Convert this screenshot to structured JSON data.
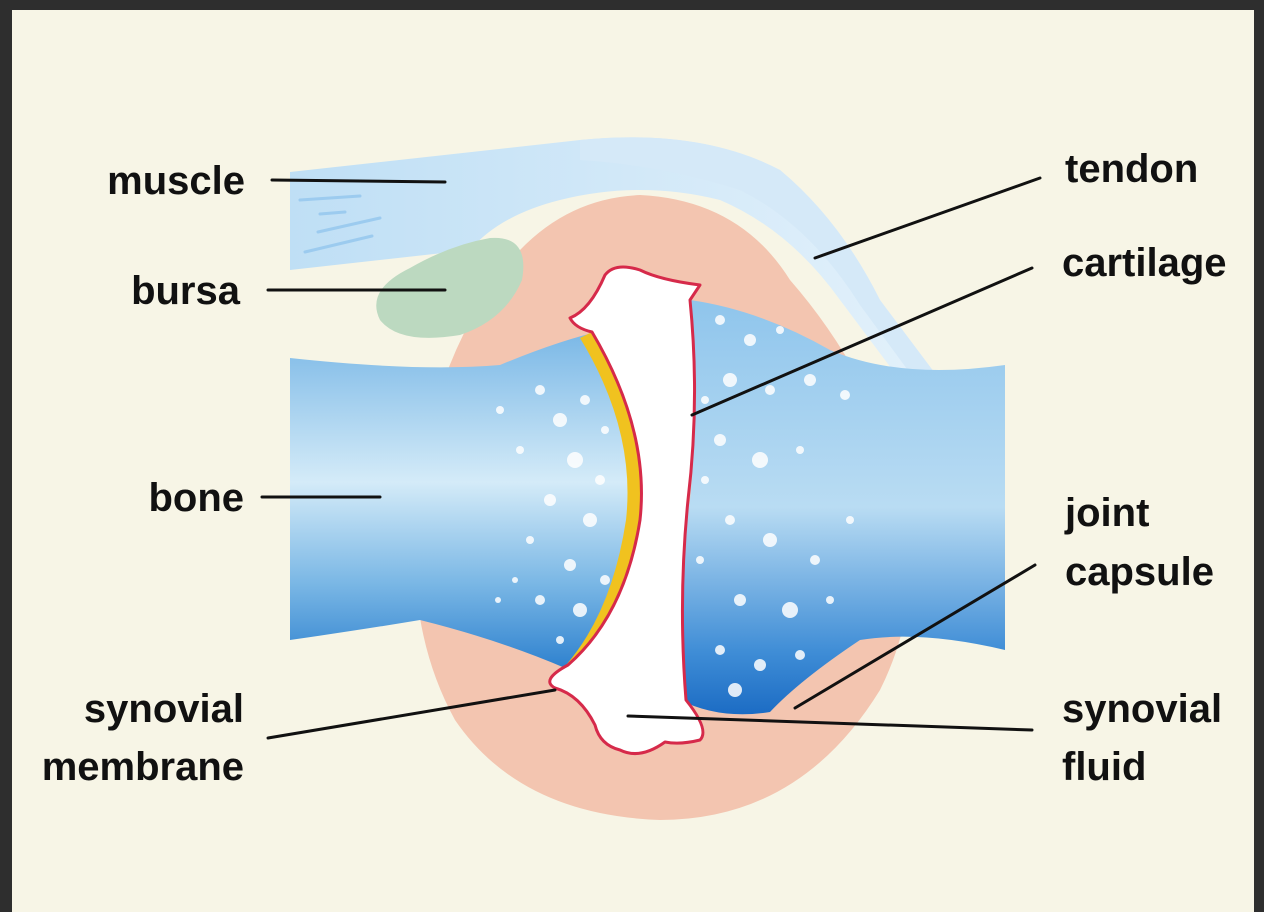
{
  "labels": {
    "muscle": "muscle",
    "bursa": "bursa",
    "bone": "bone",
    "synovial_membrane": [
      "synovial",
      "membrane"
    ],
    "tendon": "tendon",
    "cartilage": "cartilage",
    "joint_capsule": [
      "joint",
      "capsule"
    ],
    "synovial_fluid": [
      "synovial",
      "fluid"
    ]
  },
  "colors": {
    "background": "#f7f5e6",
    "frame": "#2e2e2e",
    "capsule": "#f2c3ad",
    "bone_blue": "#4a97d8",
    "bone_light": "#d7ecf9",
    "bursa": "#bcd9c0",
    "tendon": "#cfe6f8",
    "cartilage": "#f0c21f",
    "membrane": "#d62a4a",
    "leader": "#111111"
  }
}
